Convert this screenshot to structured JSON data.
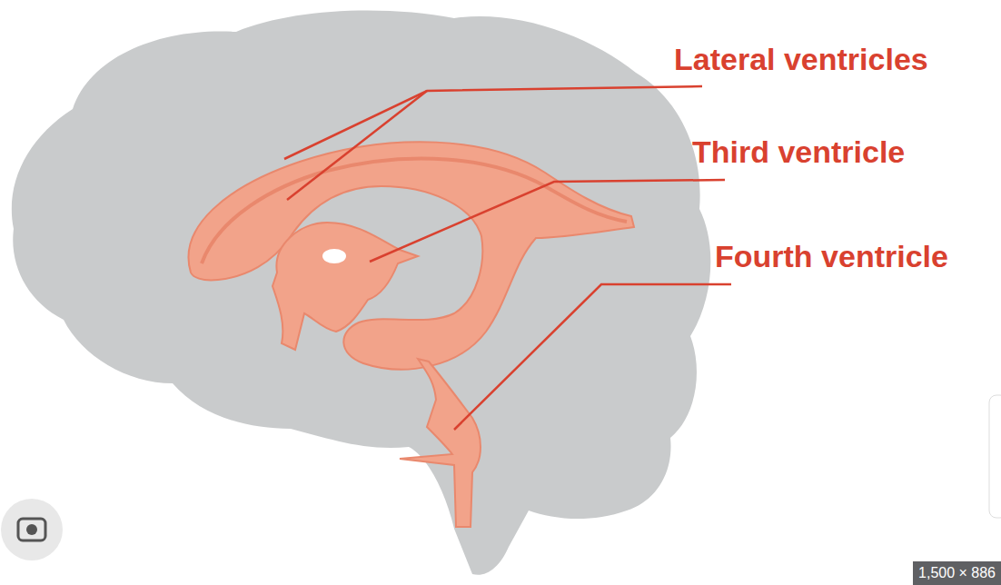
{
  "diagram": {
    "labels": [
      "Lateral ventricles",
      "Third ventricle",
      "Fourth ventricle",
      "1,500 × 886"
    ]
  }
}
